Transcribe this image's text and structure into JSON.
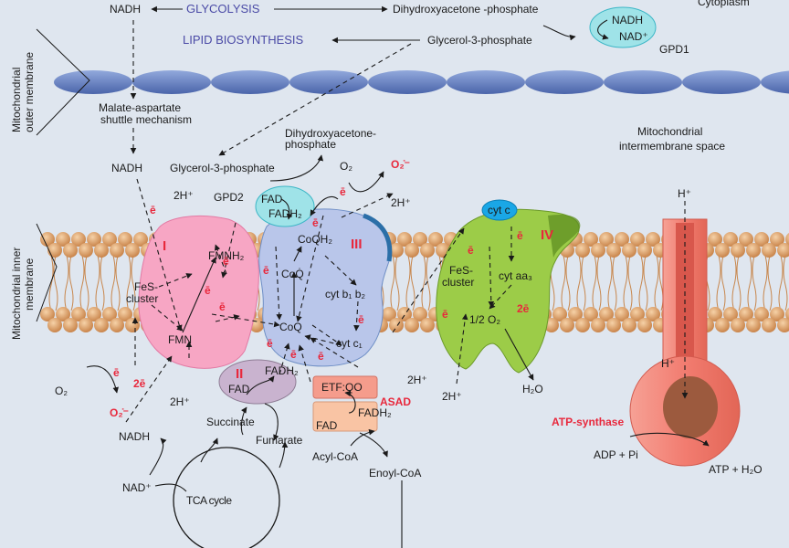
{
  "regions": {
    "cytoplasm": "Cytoplasm",
    "outer_membrane_1": "Mitochondrial",
    "outer_membrane_2": "outer membrane",
    "intermembrane_1": "Mitochondrial",
    "intermembrane_2": "intermembrane space",
    "inner_membrane_1": "Mitochondrial inner",
    "inner_membrane_2": "membrane"
  },
  "cytoplasm": {
    "nadh": "NADH",
    "glycolysis": "GLYCOLYSIS",
    "dhap": "Dihydroxyacetone -phosphate",
    "lipid": "LIPID BIOSYNTHESIS",
    "g3p": "Glycerol-3-phosphate",
    "gpd1_nadh": "NADH",
    "gpd1_nad": "NAD⁺",
    "gpd1": "GPD1"
  },
  "intermembrane": {
    "shuttle_1": "Malate-aspartate",
    "shuttle_2": "shuttle mechanism",
    "nadh": "NADH",
    "g3p": "Glycerol-3-phosphate",
    "dhap_1": "Dihydroxyacetone-",
    "dhap_2": "phosphate",
    "gpd2": "GPD2",
    "fad": "FAD",
    "fadh2": "FADH₂",
    "o2": "O₂",
    "superoxide": "O₂̇⁻",
    "h_top": "2H⁺",
    "h_complex1": "2H⁺",
    "cytc": "cyt c",
    "h_atp": "H⁺"
  },
  "complex1": {
    "numeral": "I",
    "fmnh2": "FMNH₂",
    "fes_1": "FeS-",
    "fes_2": "cluster",
    "fmn": "FMN"
  },
  "complex3": {
    "numeral": "III",
    "coqh2": "CoQH₂",
    "coq_radical": "CoQ̇",
    "cytb": "cyt b₁ b₂",
    "cytc1": "cyt c₁",
    "coq": "CoQ"
  },
  "complex4": {
    "numeral": "IV",
    "fes_1": "FeS-",
    "fes_2": "cluster",
    "cytaa3": "cyt aa₃",
    "two_e": "2ē",
    "half_o2": "1/2 O₂"
  },
  "complex2": {
    "numeral": "II",
    "fad": "FAD",
    "fadh2": "FADH₂",
    "succinate": "Succinate",
    "fumarate": "Fumarate"
  },
  "etf": {
    "label": "ETF:QO",
    "asad": "ASAD",
    "fad": "FAD",
    "fadh2": "FADH₂",
    "acyl_coa": "Acyl-CoA",
    "enoyl_coa": "Enoyl-CoA"
  },
  "matrix": {
    "o2": "O₂",
    "superoxide": "O₂̇⁻",
    "two_e": "2ē",
    "h_complex1": "2H⁺",
    "nadh": "NADH",
    "nad": "NAD⁺",
    "tca": "TCA cycle",
    "h_complex3": "2H⁺",
    "h_complex4": "2H⁺",
    "h2o": "H₂O",
    "atp_h": "H⁺",
    "atp_synthase": "ATP-synthase",
    "adp_pi": "ADP + Pi",
    "atp_h2o": "ATP + H₂O"
  },
  "electron": "ē",
  "colors": {
    "background": "#dfe6ef",
    "outer_membrane": "#6b86c4",
    "lipid_head": "#d79a63",
    "complex1": "#f7a6c4",
    "complex3": "#b9c6ea",
    "complex4": "#9ccc48",
    "atp_synthase": "#f08a80",
    "gpd": "#9fe3e8",
    "cytc": "#1aa7e6",
    "label_red": "#e8283c",
    "label_blue": "#4a4aa6"
  }
}
